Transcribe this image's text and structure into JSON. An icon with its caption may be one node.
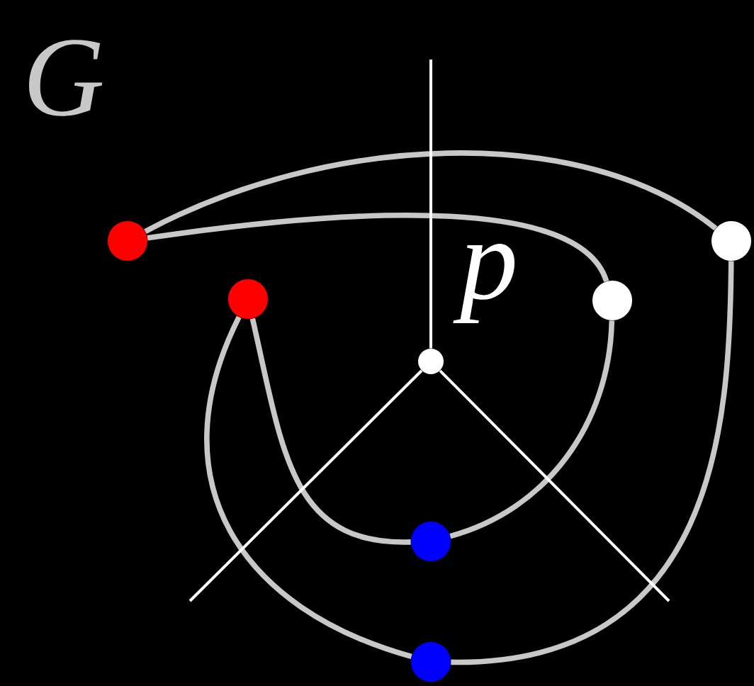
{
  "diagram": {
    "nodes": [
      {
        "text": [],
        "shape": "circle"
      },
      {
        "text": [],
        "shape": "circle"
      },
      {
        "text": [],
        "shape": "circle"
      },
      {
        "text": [],
        "shape": "circle"
      },
      {
        "text": [],
        "shape": "circle"
      },
      {
        "text": [],
        "shape": "circle"
      },
      {
        "text": [],
        "shape": "circle",
        "beside": [
          "p"
        ]
      }
    ],
    "edges": [
      {
        "from": 0,
        "to": 3,
        "arrow": "none"
      },
      {
        "from": 0,
        "to": 2,
        "arrow": "none"
      },
      {
        "from": 1,
        "to": 4,
        "arrow": "none"
      },
      {
        "from": 4,
        "to": 2,
        "arrow": "none"
      },
      {
        "from": 1,
        "to": 5,
        "arrow": "none"
      },
      {
        "from": 5,
        "to": 3,
        "arrow": "none"
      },
      {
        "from": 6,
        "to": null,
        "arrow": "none",
        "color": "#ffffff"
      },
      {
        "from": 6,
        "to": null,
        "arrow": "none",
        "color": "#ffffff"
      },
      {
        "from": 6,
        "to": null,
        "arrow": "none",
        "color": "#ffffff"
      }
    ],
    "labels": [
      "G"
    ]
  }
}
